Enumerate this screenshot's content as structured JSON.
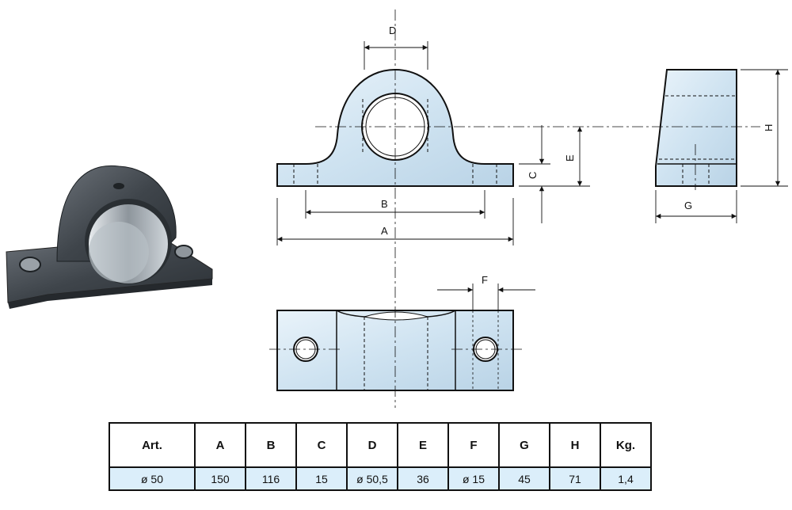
{
  "drawing": {
    "dimension_labels": {
      "A": "A",
      "B": "B",
      "C": "C",
      "D": "D",
      "E": "E",
      "F": "F",
      "G": "G",
      "H": "H"
    },
    "colors": {
      "part_fill": "#cfe3f1",
      "outline": "#111111",
      "photo_metal": "#4a5056",
      "table_row_bg": "#dbeefa"
    }
  },
  "table": {
    "headers": [
      "Art.",
      "A",
      "B",
      "C",
      "D",
      "E",
      "F",
      "G",
      "H",
      "Kg."
    ],
    "rows": [
      [
        "ø 50",
        "150",
        "116",
        "15",
        "ø 50,5",
        "36",
        "ø 15",
        "45",
        "71",
        "1,4"
      ]
    ]
  }
}
